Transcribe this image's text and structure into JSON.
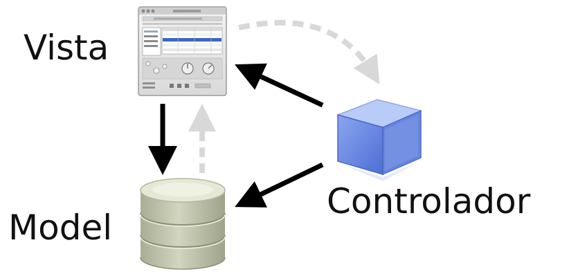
{
  "labels": {
    "view": "Vista",
    "model": "Model",
    "controller": "Controlador"
  },
  "colors": {
    "solid_arrow": "#000000",
    "dashed_arrow": "#d8d8d8",
    "cube_front": "#6f8fe8",
    "cube_top": "#b9ccf7",
    "cube_side": "#4e6fd0",
    "db_body": "#c3c7ae",
    "db_top": "#e6e8d6",
    "window_body": "#e6e6e6"
  },
  "icons": {
    "view": "app-window-icon",
    "model": "database-icon",
    "controller": "cube-icon"
  }
}
